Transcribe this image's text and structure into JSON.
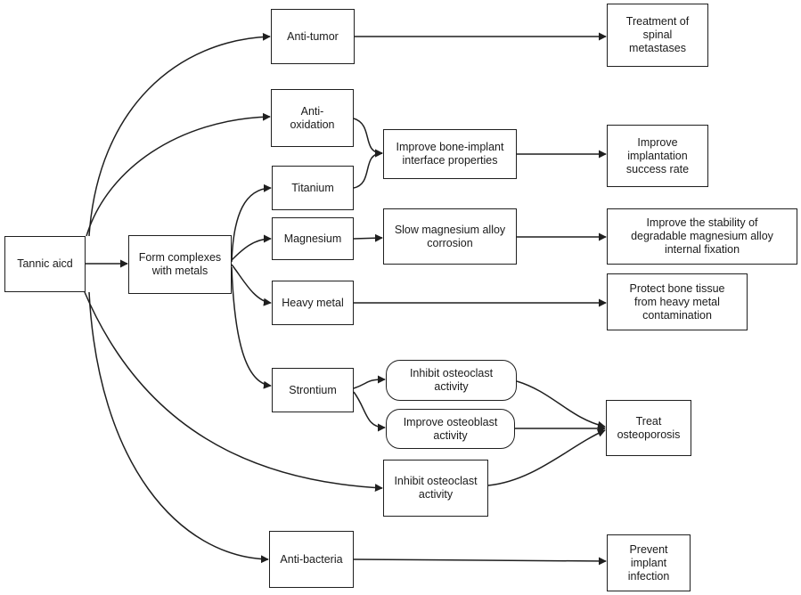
{
  "colors": {
    "stroke": "#1f1f1f",
    "text": "#1a1a1a",
    "background": "#ffffff"
  },
  "nodes": {
    "tannic": "Tannic aicd",
    "anti_tumor": "Anti-tumor",
    "spinal": "Treatment of\nspinal\nmetastases",
    "anti_oxidation": "Anti-\noxidation",
    "bone_implant": "Improve bone-implant\ninterface properties",
    "success_rate": "Improve\nimplantation\nsuccess rate",
    "titanium": "Titanium",
    "form_complexes": "Form complexes\nwith metals",
    "magnesium": "Magnesium",
    "slow_corrosion": "Slow magnesium alloy\ncorrosion",
    "mg_stability": "Improve the stability of\ndegradable magnesium alloy\ninternal fixation",
    "heavy_metal": "Heavy metal",
    "protect_bone": "Protect bone tissue\nfrom heavy metal\ncontamination",
    "strontium": "Strontium",
    "inhibit_osteoclast_1": "Inhibit osteoclast\nactivity",
    "improve_osteoblast": "Improve osteoblast\nactivity",
    "treat_osteoporosis": "Treat\nosteoporosis",
    "inhibit_osteoclast_2": "Inhibit osteoclast\nactivity",
    "anti_bacteria": "Anti-bacteria",
    "prevent_infection": "Prevent\nimplant\ninfection"
  }
}
